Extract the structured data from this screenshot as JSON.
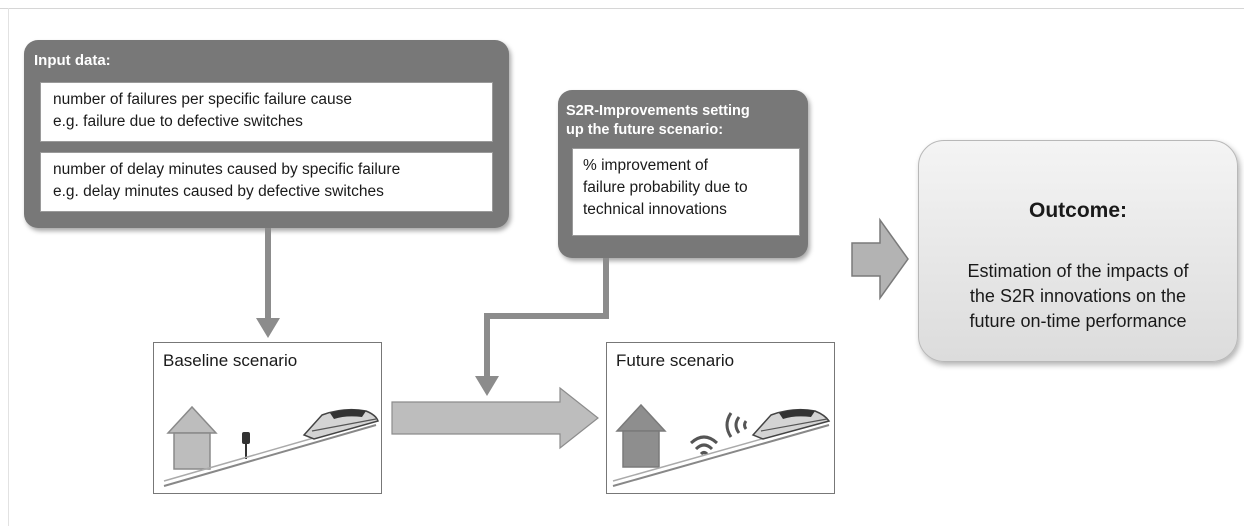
{
  "input_panel": {
    "title": "Input data:",
    "box1": {
      "line1": "number of failures per specific failure cause",
      "line2": "e.g. failure due to defective switches"
    },
    "box2": {
      "line1": "number of delay minutes caused by specific failure",
      "line2": "e.g. delay minutes caused by defective switches"
    }
  },
  "s2r_panel": {
    "title_line1": "S2R-Improvements setting",
    "title_line2": "up the future scenario:",
    "line1": "% improvement of",
    "line2": "failure probability due to",
    "line3": "technical innovations"
  },
  "outcome": {
    "title": "Outcome:",
    "line1": "Estimation of the impacts of",
    "line2": "the S2R innovations on the",
    "line3": "future on-time performance"
  },
  "baseline": {
    "label": "Baseline scenario"
  },
  "future": {
    "label": "Future scenario"
  },
  "colors": {
    "panel": "#787878",
    "arrow": "#8c8c8c",
    "arrow_light": "#bdbdbd"
  }
}
